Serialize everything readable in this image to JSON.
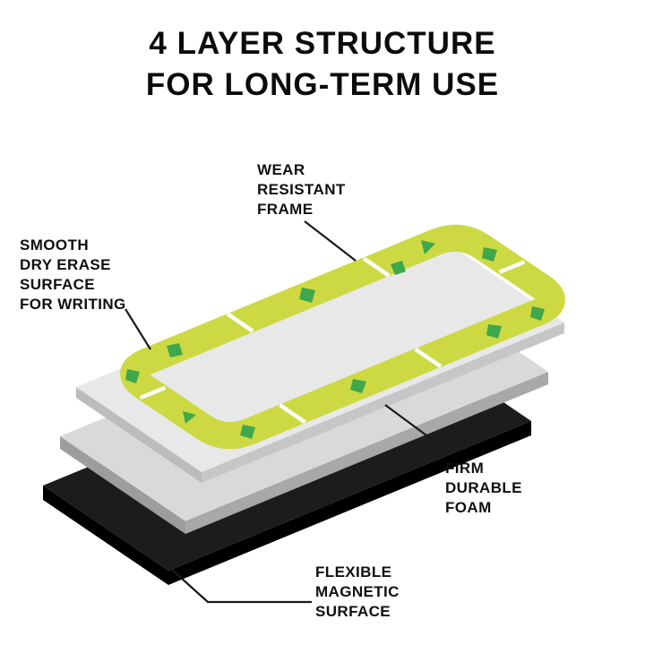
{
  "title": "4 LAYER STRUCTURE\nFOR LONG-TERM USE",
  "labels": {
    "frame": "WEAR\nRESISTANT\nFRAME",
    "dry_erase": "SMOOTH\nDRY ERASE\nSURFACE\nFOR WRITING",
    "foam": "FIRM\nDURABLE\nFOAM",
    "magnetic": "FLEXIBLE\nMAGNETIC\nSURFACE"
  },
  "colors": {
    "frame_yellow": "#cdd943",
    "confetti_green": "#3fa74c",
    "surface_top": "#e8e8e8",
    "surface_side": "#c6c6c6",
    "foam_top": "#d9d9d9",
    "foam_side": "#a8a8a8",
    "magnet_top": "#1c1c1c",
    "magnet_side": "#000000",
    "line": "#1a1a1a",
    "text": "#0c0c0c",
    "background": "#ffffff"
  }
}
